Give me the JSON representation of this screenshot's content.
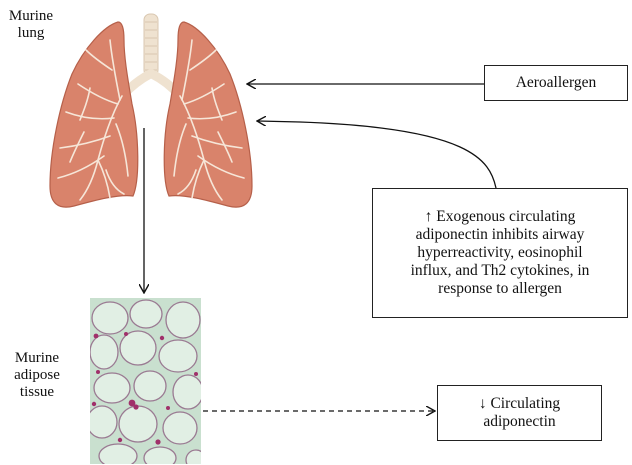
{
  "labels": {
    "lung": [
      "Murine",
      "lung"
    ],
    "adipose": [
      "Murine",
      "adipose",
      "tissue"
    ]
  },
  "boxes": {
    "aeroallergen": "Aeroallergen",
    "effect": [
      "↑ Exogenous circulating",
      "adiponectin inhibits airway",
      "hyperreactivity, eosinophil",
      "influx, and Th2 cytokines, in",
      "response to allergen"
    ],
    "circulating": [
      "↓ Circulating",
      "adiponectin"
    ]
  },
  "colors": {
    "lung_fill": "#d9836b",
    "lung_vessels": "#f6e6d8",
    "trachea": "#efe2d0",
    "adipose_bg": "#c9e0cf",
    "adipose_membrane": "#9a7a92",
    "adipose_nuclei": "#a0306a",
    "arrow": "#111111"
  }
}
